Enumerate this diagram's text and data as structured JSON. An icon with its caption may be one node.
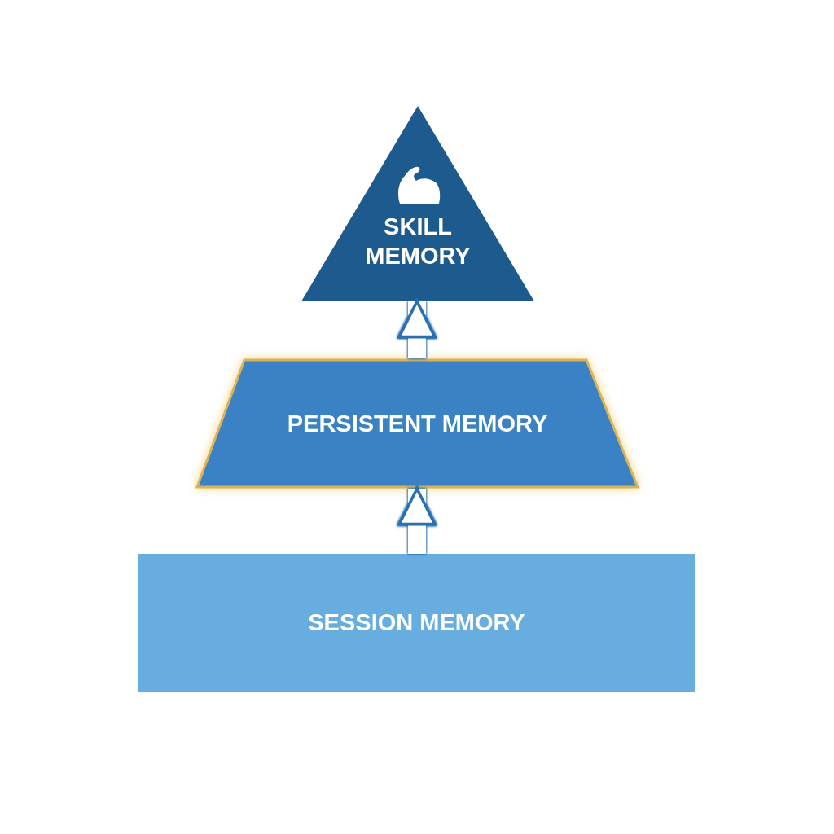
{
  "diagram": {
    "nodes": [
      {
        "text": [
          "SKILL MEMORY"
        ]
      },
      {
        "text": [
          "PERSISTENT MEMORY"
        ]
      },
      {
        "text": [
          "SESSION MEMORY"
        ]
      }
    ],
    "edges": [
      {
        "from": 2,
        "to": 1,
        "arrow": "to"
      },
      {
        "from": 1,
        "to": 0,
        "arrow": "to"
      }
    ]
  }
}
